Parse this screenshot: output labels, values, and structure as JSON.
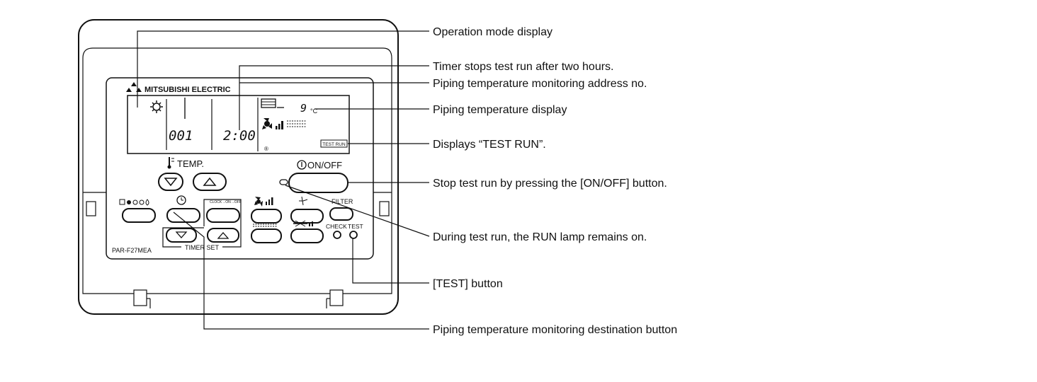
{
  "device": {
    "brand": "MITSUBISHI ELECTRIC",
    "model": "PAR-F27MEA",
    "lcd": {
      "address": "001",
      "time": "2:00",
      "temperature": "9",
      "temp_unit": "°C",
      "test_run_badge": "TEST RUN"
    },
    "buttons": {
      "temp_label": "TEMP.",
      "on_off_label": "ON/OFF",
      "filter_label": "FILTER",
      "check_label": "CHECK",
      "test_label": "TEST",
      "timer_set_label": "TIMER SET",
      "clock_label": "CLOCK→ON→OFF"
    }
  },
  "callouts": [
    "Operation mode display",
    "Timer stops test run after two hours.",
    "Piping temperature monitoring address no.",
    "Piping temperature display",
    "Displays “TEST RUN”.",
    "Stop test run by pressing the [ON/OFF] button.",
    "During test run, the RUN lamp remains on.",
    "[TEST] button",
    "Piping temperature monitoring destination button"
  ]
}
